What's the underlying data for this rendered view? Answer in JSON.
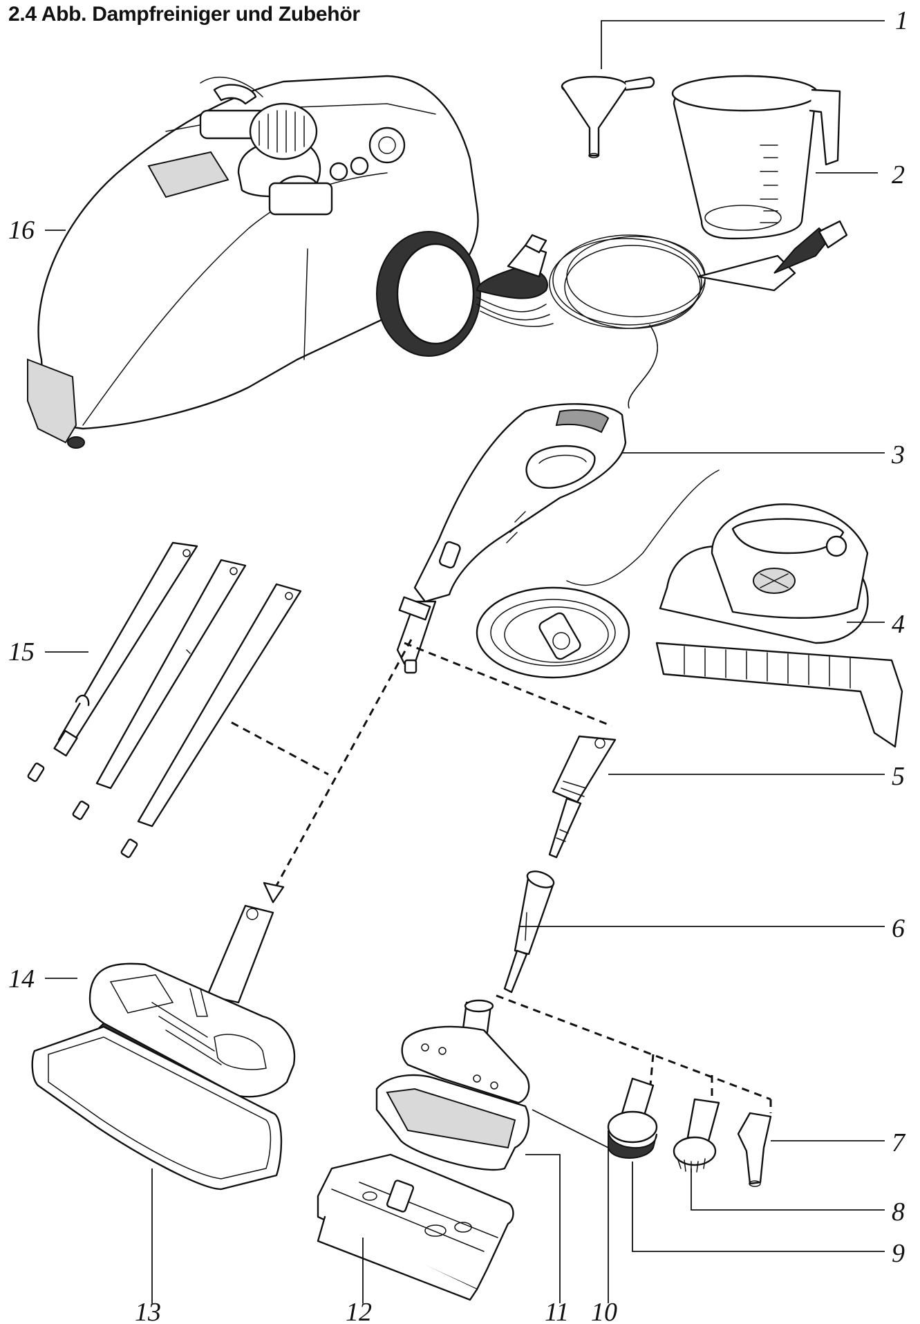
{
  "title": "2.4 Abb. Dampfreiniger und Zubehör",
  "callouts": [
    "1",
    "2",
    "3",
    "4",
    "5",
    "6",
    "7",
    "8",
    "9",
    "10",
    "11",
    "12",
    "13",
    "14",
    "15",
    "16"
  ]
}
